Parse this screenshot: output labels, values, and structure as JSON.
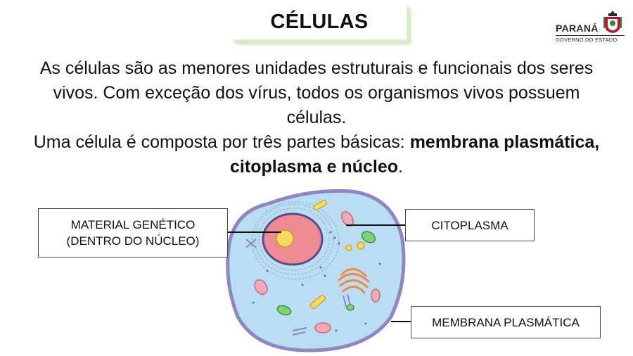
{
  "title": "CÉLULAS",
  "logo": {
    "name": "PARANÁ",
    "subtitle": "GOVERNO DO ESTADO",
    "icon": "parana-coat-of-arms-icon"
  },
  "intro": {
    "line1": "As células são as menores unidades estruturais e funcionais dos seres",
    "line2": "vivos. Com exceção dos vírus, todos os organismos vivos possuem",
    "line3": "células.",
    "line4_prefix": "Uma célula é composta por três partes básicas: ",
    "line4_bold": "membrana plasmática,",
    "line5_bold": "citoplasma e núcleo",
    "line5_suffix": "."
  },
  "labels": {
    "material_genetico_1": "MATERIAL GENÉTICO",
    "material_genetico_2": "(DENTRO DO NÚCLEO)",
    "citoplasma": "CITOPLASMA",
    "membrana": "MEMBRANA PLASMÁTICA"
  },
  "colors": {
    "cytoplasm": "#b9ddf2",
    "membrane": "#8f86c4",
    "nucleus": "#ee8a93",
    "nucleolus": "#f4dc5a",
    "mitochondria": "#f1a9b8",
    "chloro_green": "#7ed37a",
    "golgi": "#f08a3c",
    "title_shadow": "#d6ecc9"
  }
}
